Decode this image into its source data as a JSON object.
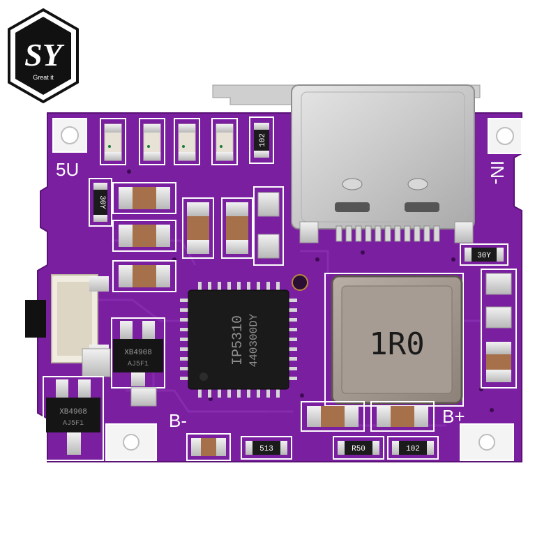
{
  "logo": {
    "monogram": "SY",
    "tagline": "Great it"
  },
  "board": {
    "color": "#7a1fa0",
    "silkscreen_labels": {
      "out_5v": "5U",
      "in_minus": "IN-",
      "bat_minus": "B-",
      "bat_plus": "B+"
    }
  },
  "main_ic": {
    "line1": "IP5310",
    "line2": "440300DY"
  },
  "inductor": {
    "marking": "1R0"
  },
  "mosfets": [
    {
      "line1": "XB4908",
      "line2": "AJ5F1"
    },
    {
      "line1": "XB4908",
      "line2": "AJ5F1"
    }
  ],
  "resistors": {
    "top_102": "102",
    "left_30y": "30Y",
    "right_30y": "30Y",
    "bottom_513": "513",
    "bottom_r50": "R50",
    "bottom_102": "102"
  }
}
